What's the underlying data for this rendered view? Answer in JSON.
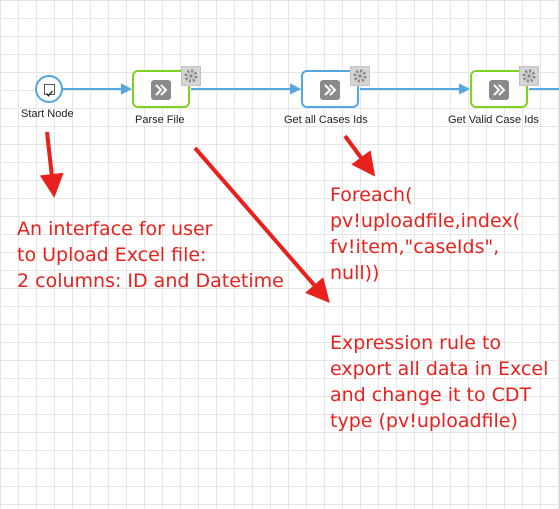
{
  "diagram": {
    "nodes": [
      {
        "id": "start",
        "label": "Start Node",
        "type": "start-event"
      },
      {
        "id": "parse",
        "label": "Parse File",
        "type": "script-task",
        "status": "completed"
      },
      {
        "id": "get_cases",
        "label": "Get all Cases Ids",
        "type": "script-task",
        "status": "selected"
      },
      {
        "id": "get_valid",
        "label": "Get Valid Case Ids",
        "type": "script-task",
        "status": "completed"
      }
    ],
    "colors": {
      "connector": "#55a7e0",
      "completed_border": "#7ed321",
      "selected_border": "#55a7e0",
      "annotation": "#e8211d"
    },
    "icons": {
      "start": "checkbox-icon",
      "task": "script-task-icon",
      "gear": "gear-icon"
    }
  },
  "annotations": {
    "interface_note": "An interface for user\nto Upload Excel file:\n2 columns: ID and Datetime",
    "foreach_note": "Foreach(\npv!uploadfile,index(\nfv!item,\"caseIds\",\nnull))",
    "expression_note": "Expression rule to\nexport all data in Excel\nand change it to CDT\ntype (pv!uploadfile)"
  }
}
